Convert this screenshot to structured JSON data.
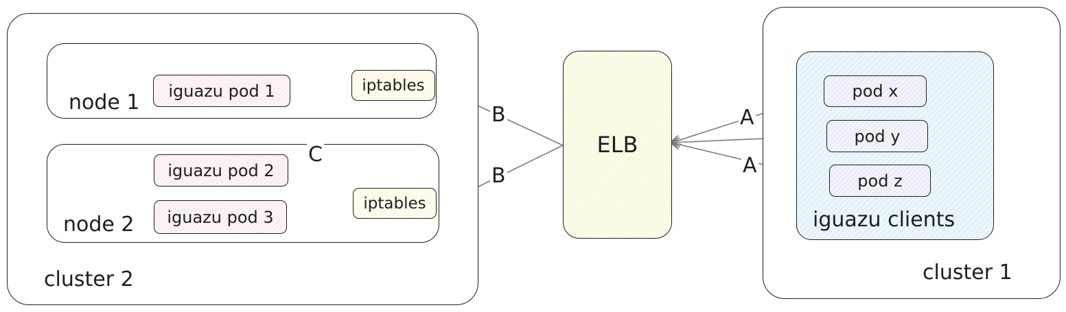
{
  "diagram": {
    "clusters": {
      "left": {
        "label": "cluster 2"
      },
      "right": {
        "label": "cluster 1"
      }
    },
    "nodes": [
      {
        "label": "node 1",
        "pods": [
          "iguazu pod 1"
        ],
        "iptables": "iptables"
      },
      {
        "label": "node 2",
        "pods": [
          "iguazu pod 2",
          "iguazu pod 3"
        ],
        "iptables": "iptables"
      }
    ],
    "elb": "ELB",
    "clients": {
      "label": "iguazu clients",
      "pods": [
        "pod x",
        "pod y",
        "pod z"
      ]
    },
    "edge_labels": {
      "a_top": "A",
      "a_bottom": "A",
      "b_top": "B",
      "b_bottom": "B",
      "c": "C"
    },
    "colors": {
      "stroke": "#1e1e1e",
      "arrow": "#7a7a7a",
      "pod_fill": "#fbecee",
      "iptables_fill": "#fdf9e4",
      "elb_fill": "#fbf8dc",
      "clients_group_fill": "#e3f1f8",
      "client_pod_fill": "#e9ecf6"
    }
  }
}
